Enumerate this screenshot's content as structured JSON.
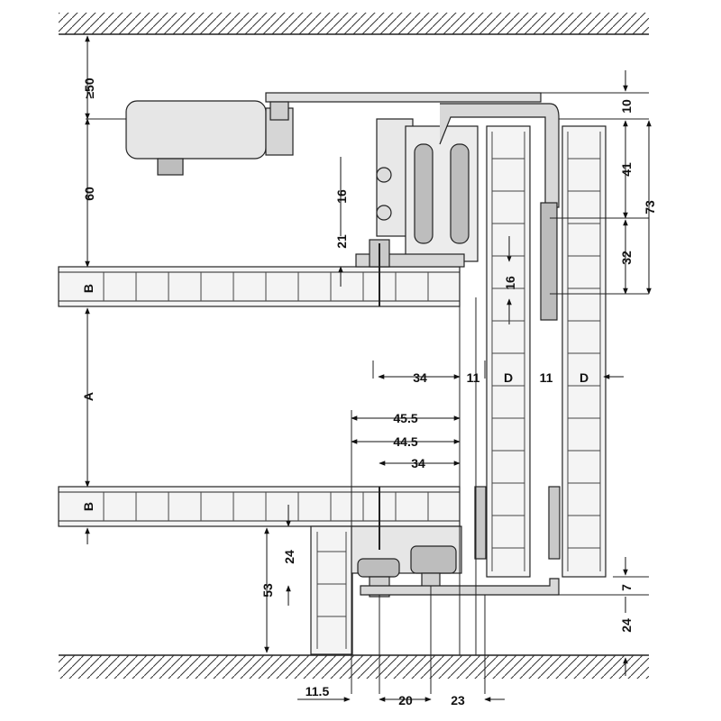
{
  "labels": {
    "ge50": "≥50",
    "d60": "60",
    "d16a": "16",
    "d21": "21",
    "B1": "B",
    "A": "A",
    "B2": "B",
    "d16b": "16",
    "d34a": "34",
    "d11a": "11",
    "D1": "D",
    "d11b": "11",
    "D2": "D",
    "d45_5": "45.5",
    "d44_5": "44.5",
    "d34b": "34",
    "d24a": "24",
    "d53": "53",
    "d10": "10",
    "d41": "41",
    "d73": "73",
    "d32": "32",
    "d7": "7",
    "d24b": "24",
    "d11_5": "11.5",
    "d20": "20",
    "d23": "23"
  },
  "colors": {
    "line": "#222222",
    "part_fill": "#e6e6e6",
    "part_dark": "#9a9a9a",
    "panel_fill": "#f4f4f4"
  }
}
